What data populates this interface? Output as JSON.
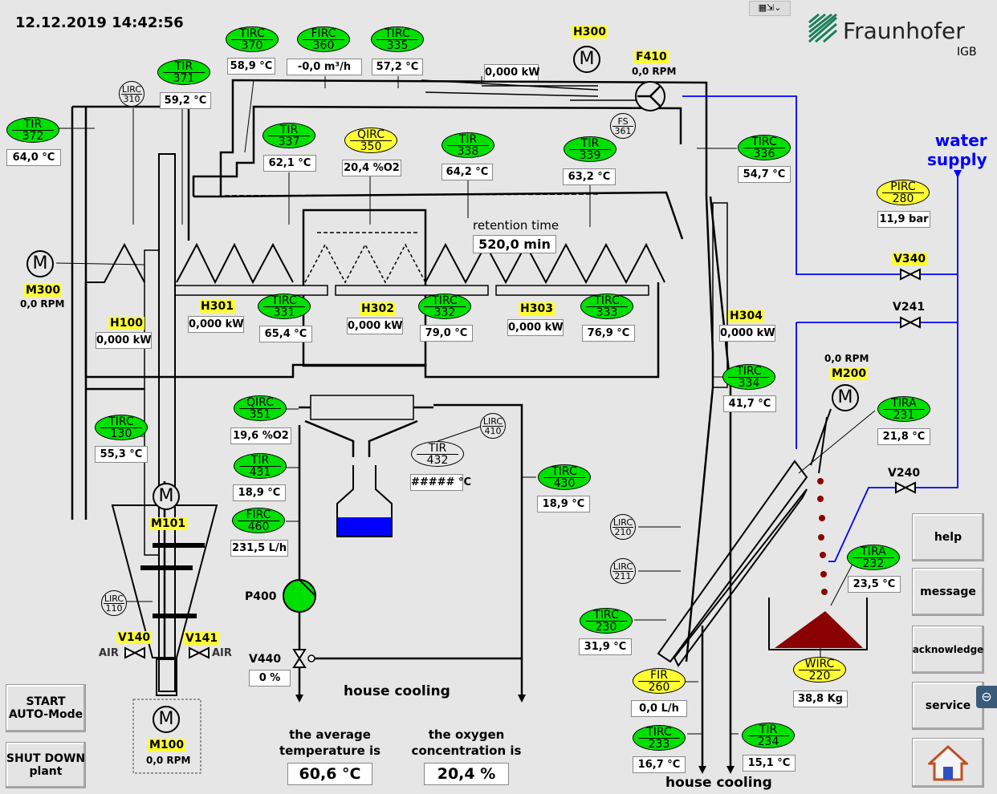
{
  "datetime": "12.12.2019 14:42:56",
  "brand": {
    "name": "Fraunhofer",
    "unit": "IGB",
    "color": "#1a7f5a"
  },
  "colors": {
    "tag_green": "#00e000",
    "tag_yellow": "#ffff33",
    "water": "#0000ff",
    "product": "#8b0000"
  },
  "window_icons": [
    "grid-icon",
    "collapse-icon",
    "chevron-down-icon"
  ],
  "tags": {
    "TIRC370": {
      "t": "TIRC",
      "n": "370",
      "v": "58,9 °C"
    },
    "FIRC360": {
      "t": "FIRC",
      "n": "360",
      "v": "-0,0 m³/h"
    },
    "TIRC335": {
      "t": "TIRC",
      "n": "335",
      "v": "57,2 °C"
    },
    "TIR371": {
      "t": "TIR",
      "n": "371",
      "v": "59,2 °C"
    },
    "TIR372": {
      "t": "TIR",
      "n": "372",
      "v": "64,0 °C"
    },
    "LIRC310": {
      "t": "LIRC",
      "n": "310"
    },
    "TIR337": {
      "t": "TIR",
      "n": "337",
      "v": "62,1 °C"
    },
    "QIRC350": {
      "t": "QIRC",
      "n": "350",
      "v": "20,4 %O2"
    },
    "TIR338": {
      "t": "TIR",
      "n": "338",
      "v": "64,2 °C"
    },
    "TIR339": {
      "t": "TIR",
      "n": "339",
      "v": "63,2 °C"
    },
    "TIRC336": {
      "t": "TIRC",
      "n": "336",
      "v": "54,7 °C"
    },
    "PIRC280": {
      "t": "PIRC",
      "n": "280",
      "v": "11,9 bar"
    },
    "FS361": {
      "t": "FS",
      "n": "361"
    },
    "TIRC331": {
      "t": "TIRC",
      "n": "331",
      "v": "65,4 °C"
    },
    "TIRC332": {
      "t": "TIRC",
      "n": "332",
      "v": "79,0 °C"
    },
    "TIRC333": {
      "t": "TIRC",
      "n": "333",
      "v": "76,9 °C"
    },
    "TIRC334": {
      "t": "TIRC",
      "n": "334",
      "v": "41,7 °C"
    },
    "TIRA231": {
      "t": "TIRA",
      "n": "231",
      "v": "21,8 °C"
    },
    "TIRC130": {
      "t": "TIRC",
      "n": "130",
      "v": "55,3 °C"
    },
    "QIRC351": {
      "t": "QIRC",
      "n": "351",
      "v": "19,6 %O2"
    },
    "LIRC410": {
      "t": "LIRC",
      "n": "410"
    },
    "TIR432": {
      "t": "TIR",
      "n": "432",
      "v": "##### °C"
    },
    "TIR431": {
      "t": "TIR",
      "n": "431",
      "v": "18,9 °C"
    },
    "TIRC430": {
      "t": "TIRC",
      "n": "430",
      "v": "18,9 °C"
    },
    "FIRC460": {
      "t": "FIRC",
      "n": "460",
      "v": "231,5 L/h"
    },
    "LIRC210": {
      "t": "LIRC",
      "n": "210"
    },
    "LIRC211": {
      "t": "LIRC",
      "n": "211"
    },
    "TIRA232": {
      "t": "TIRA",
      "n": "232",
      "v": "23,5 °C"
    },
    "LIRC110": {
      "t": "LIRC",
      "n": "110"
    },
    "TIRC230": {
      "t": "TIRC",
      "n": "230",
      "v": "31,9 °C"
    },
    "FIR260": {
      "t": "FIR",
      "n": "260",
      "v": "0,0 L/h"
    },
    "WIRC220": {
      "t": "WIRC",
      "n": "220",
      "v": "38,8 Kg"
    },
    "TIRC233": {
      "t": "TIRC",
      "n": "233",
      "v": "16,7 °C"
    },
    "TIR234": {
      "t": "TIR",
      "n": "234",
      "v": "15,1 °C"
    }
  },
  "equipment": {
    "H300": {
      "label": "H300",
      "v": "0,000 kW"
    },
    "F410": {
      "label": "F410",
      "v": "0,0 RPM"
    },
    "M300": {
      "label": "M300",
      "v": "0,0 RPM"
    },
    "H100": {
      "label": "H100",
      "v": "0,000 kW"
    },
    "H301": {
      "label": "H301",
      "v": "0,000 kW"
    },
    "H302": {
      "label": "H302",
      "v": "0,000 kW"
    },
    "H303": {
      "label": "H303",
      "v": "0,000 kW"
    },
    "H304": {
      "label": "H304",
      "v": "0,000 kW"
    },
    "M200": {
      "label": "M200",
      "v": "0,0 RPM"
    },
    "M101": {
      "label": "M101"
    },
    "M100": {
      "label": "M100",
      "v": "0,0 RPM"
    },
    "V340": {
      "label": "V340"
    },
    "V241": {
      "label": "V241"
    },
    "V240": {
      "label": "V240"
    },
    "V140": {
      "label": "V140"
    },
    "V141": {
      "label": "V141"
    },
    "V440": {
      "label": "V440",
      "v": "0 %"
    },
    "P400": {
      "label": "P400"
    }
  },
  "labels": {
    "retention_time": "retention time",
    "retention_value": "520,0 min",
    "water_supply": "water\nsupply",
    "house_cooling": "house cooling",
    "air": "AIR"
  },
  "summary": {
    "avg_temp_label": "the average\ntemperature is",
    "avg_temp_value": "60,6 °C",
    "oxygen_label": "the oxygen\nconcentration is",
    "oxygen_value": "20,4 %"
  },
  "buttons": {
    "start": "START\nAUTO-Mode",
    "shutdown": "SHUT DOWN\nplant",
    "help": "help",
    "message": "message",
    "acknowledge": "acknowledge",
    "service": "service",
    "home": "home-icon"
  }
}
